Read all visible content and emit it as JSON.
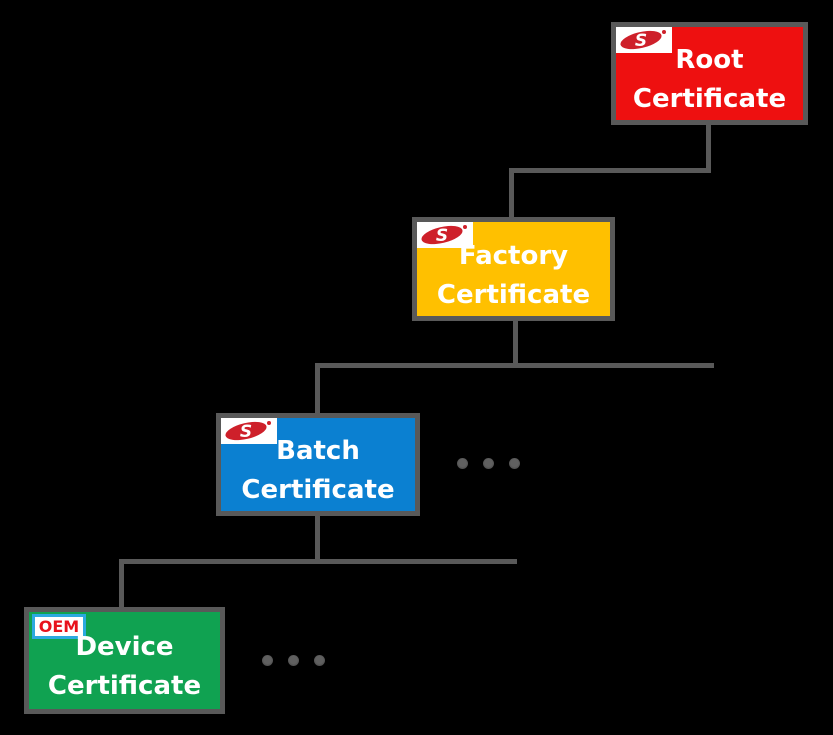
{
  "diagram": {
    "description": "Certificate chain hierarchy diagram",
    "background": "#000000"
  },
  "nodes": [
    {
      "id": "root",
      "line1": "Root",
      "line2": "Certificate",
      "badge": "silicon-labs-logo",
      "fill": "#ee1010",
      "parent": null
    },
    {
      "id": "factory",
      "line1": "Factory",
      "line2": "Certificate",
      "badge": "silicon-labs-logo",
      "fill": "#ffc000",
      "parent": "root"
    },
    {
      "id": "batch",
      "line1": "Batch",
      "line2": "Certificate",
      "badge": "silicon-labs-logo",
      "fill": "#0b80d1",
      "parent": "factory",
      "more_siblings": true
    },
    {
      "id": "device",
      "line1": "Device",
      "line2": "Certificate",
      "badge": "oem-badge",
      "fill": "#10a251",
      "parent": "batch",
      "more_siblings": true
    }
  ],
  "edges": [
    {
      "from": "root",
      "to": "factory"
    },
    {
      "from": "factory",
      "to": "batch"
    },
    {
      "from": "batch",
      "to": "device"
    }
  ],
  "badges": {
    "oem_label": "OEM",
    "logo_letter": "S"
  },
  "colors": {
    "background": "#000000",
    "connector": "#595959",
    "box_border": "#595959",
    "root_fill": "#ee1010",
    "factory_fill": "#ffc000",
    "batch_fill": "#0b80d1",
    "device_fill": "#10a251",
    "label_text": "#ffffff",
    "logo_red": "#ce202a",
    "oem_text": "#e8121c",
    "oem_border": "#2ba9e0",
    "ellipsis_dot": "#4f4f4f"
  }
}
